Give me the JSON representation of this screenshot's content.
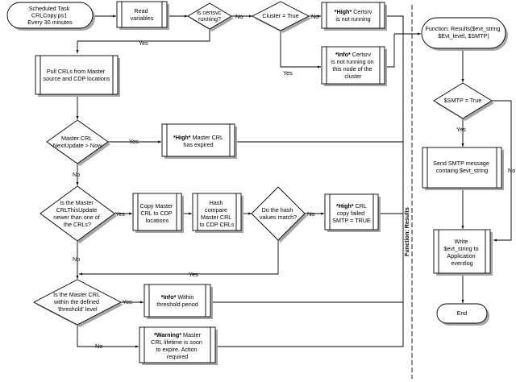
{
  "nodes": {
    "start": [
      "Scheduled Task",
      "CRLCopy.ps1",
      "Every 30 minutes"
    ],
    "read_vars": [
      "Read",
      "variables"
    ],
    "certsvc_q": [
      "Is certsvc",
      "running?"
    ],
    "cluster_q": [
      "Cluster = True"
    ],
    "high_not_running": {
      "bold": "*High*",
      "rest": " Certsrv",
      "line2": "is not running"
    },
    "info_not_node": {
      "bold": "*Info*",
      "rest": " Certsrv",
      "lines": [
        "is not running on",
        "this node of the",
        "cluster"
      ]
    },
    "pull_crls": [
      "Pull CRLs from Master",
      "source and CDP locations"
    ],
    "nextupdate_q": [
      "Master CRL",
      "NextUpdate > Now"
    ],
    "high_expired": {
      "bold": "*High*",
      "rest": " Master CRL",
      "line2": "has expired"
    },
    "thisupdate_q": [
      "Is the Master",
      "CRLThisUpdate",
      "newer than one of",
      "the CRLs?"
    ],
    "copy_master": [
      "Copy Master",
      "CRL to CDP",
      "locations"
    ],
    "hash_compare": [
      "Hash",
      "compare",
      "Master CRL",
      "to CDP CRLs"
    ],
    "hash_match_q": [
      "Do the hash",
      "values match?"
    ],
    "high_copy_failed": {
      "bold": "*High*",
      "rest": " CRL",
      "lines": [
        "copy failed",
        "SMTP = TRUE"
      ]
    },
    "threshold_q": [
      "Is the Master CRL",
      "within the defined",
      "'threshold' level"
    ],
    "info_within": {
      "bold": "*Info*",
      "rest": " Within",
      "line2": "threshold period"
    },
    "warning_expire": {
      "bold": "*Warning*",
      "rest": " Master",
      "lines": [
        "CRL lifetime is soon",
        "to expire. Action",
        "required"
      ]
    },
    "function_results": [
      "Function: Results($evt_string",
      "$Evt_level, $SMTP)"
    ],
    "smtp_q": [
      "$SMTP = True"
    ],
    "send_smtp": [
      "Send SMTP message",
      "containg $evt_string"
    ],
    "write_log": [
      "Write",
      "$evt_string to",
      "Application",
      "eventlog"
    ],
    "end": [
      "End"
    ]
  },
  "edge_labels": {
    "certsvc_no": "No",
    "cluster_no": "No",
    "certsvc_yes": "Yes",
    "cluster_yes": "Yes",
    "nextupdate_yes": "Yes",
    "nextupdate_no": "No",
    "thisupdate_yes": "Yes",
    "hash_no": "No",
    "thisupdate_no": "No",
    "hash_yes": "Yes",
    "threshold_yes": "Yes",
    "threshold_no": "No",
    "smtp_yes": "Yes",
    "smtp_no": "No"
  },
  "swimlane_label": "Function: Results"
}
